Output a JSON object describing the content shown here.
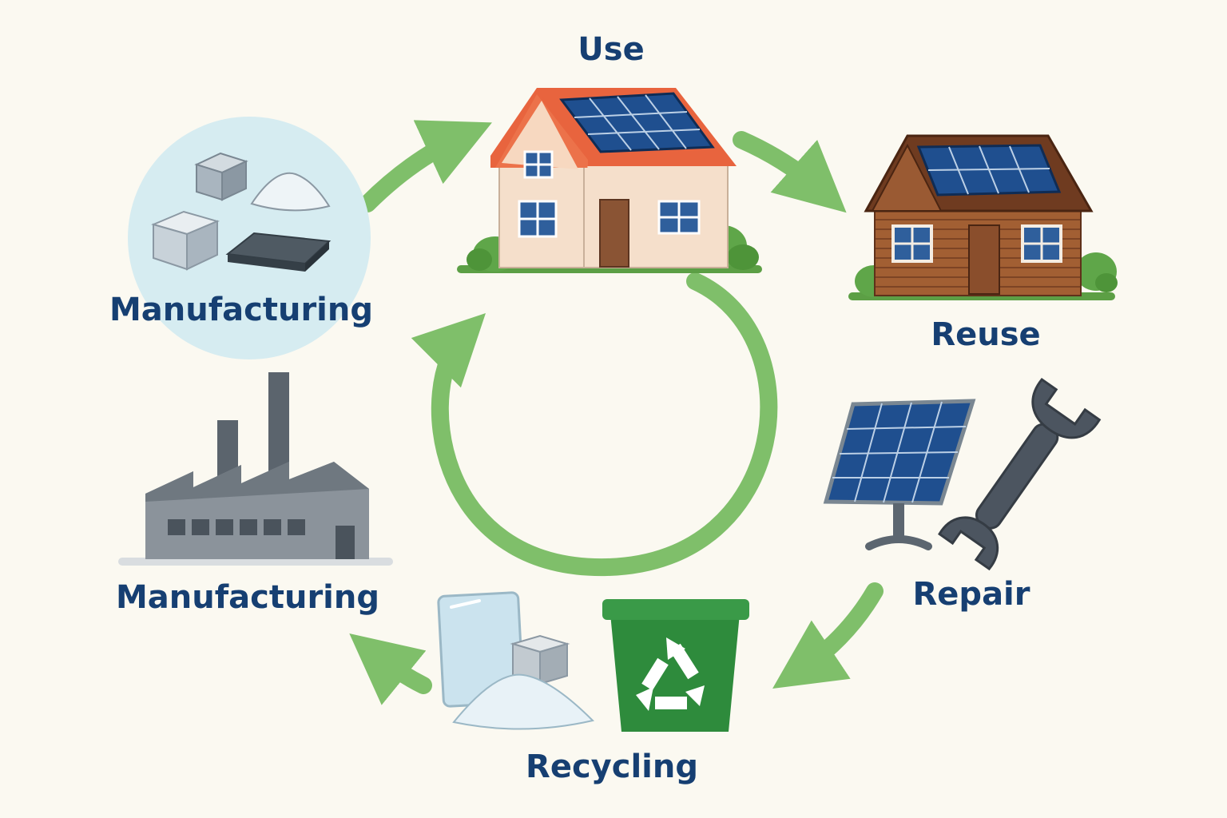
{
  "labels": {
    "use": "Use",
    "reuse": "Reuse",
    "repair": "Repair",
    "recycling": "Recycling",
    "manufacturing_top": "Manufacturing",
    "manufacturing_bottom": "Manufacturing"
  },
  "icons": [
    "raw-materials-icon",
    "house-with-solar-icon",
    "cabin-with-solar-icon",
    "solar-panel-icon",
    "wrench-icon",
    "factory-icon",
    "recycling-bin-icon",
    "recovered-materials-icon"
  ],
  "colors": {
    "background": "#fbf9f1",
    "label": "#163f72",
    "arrow": "#7fbf6a",
    "materials_bubble": "#d6ecf1",
    "recycling_bin": "#2e8b3c",
    "solar_cell": "#1f4f8f"
  }
}
